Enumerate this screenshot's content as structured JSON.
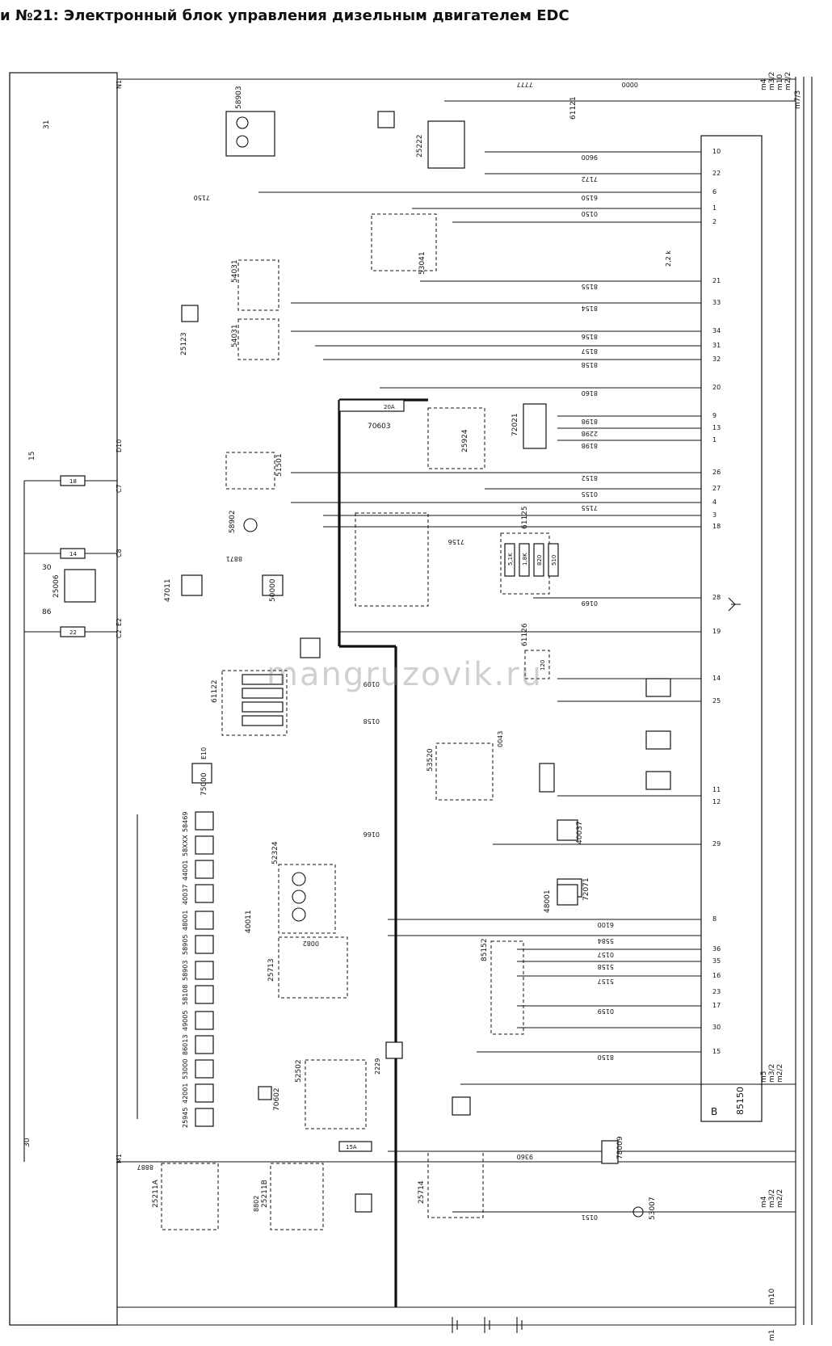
{
  "title": "и №21: Электронный блок управления дизельным двигателем EDC",
  "watermark": "mangruzovik.ru",
  "ecu": {
    "label": "85150",
    "marker": "В"
  },
  "rails": {
    "left": [
      "31",
      "15",
      "30",
      "86",
      "30"
    ],
    "right_top": [
      "m4",
      "m3/2",
      "m10",
      "m2/2",
      "m7/3"
    ],
    "right_mid": [
      "m5",
      "m3/2",
      "m2/2"
    ],
    "right_bottom": [
      "m4",
      "m3/2",
      "m2/2",
      "m10",
      "m1"
    ]
  },
  "connector_pins": [
    "N1",
    "D10",
    "C7",
    "C8",
    "E2",
    "C2",
    "E10",
    "M1"
  ],
  "components": [
    {
      "code": "58903"
    },
    {
      "code": "25222"
    },
    {
      "code": "53041"
    },
    {
      "code": "54031"
    },
    {
      "code": "54031"
    },
    {
      "code": "25123"
    },
    {
      "code": "72021"
    },
    {
      "code": "25924"
    },
    {
      "code": "51501"
    },
    {
      "code": "58902"
    },
    {
      "code": "70603"
    },
    {
      "code": "50000"
    },
    {
      "code": "61125"
    },
    {
      "code": "61122"
    },
    {
      "code": "61126"
    },
    {
      "code": "53520"
    },
    {
      "code": "75000"
    },
    {
      "code": "52324"
    },
    {
      "code": "40011"
    },
    {
      "code": "48001"
    },
    {
      "code": "72071"
    },
    {
      "code": "40037"
    },
    {
      "code": "25713"
    },
    {
      "code": "85152"
    },
    {
      "code": "52502"
    },
    {
      "code": "70602"
    },
    {
      "code": "78009"
    },
    {
      "code": "25714"
    },
    {
      "code": "53007"
    },
    {
      "code": "25211B"
    },
    {
      "code": "25211A"
    },
    {
      "code": "25006"
    },
    {
      "code": "47011"
    },
    {
      "code": "61121"
    }
  ],
  "left_instruments": [
    "58469",
    "58XXX",
    "44001",
    "40037",
    "48001",
    "58905",
    "58903",
    "58108",
    "49005",
    "86013",
    "53000",
    "42001",
    "25945"
  ],
  "wire_numbers": [
    "7777",
    "0000",
    "9600",
    "7172",
    "6150",
    "0150",
    "8155",
    "8154",
    "8156",
    "8157",
    "8158",
    "8160",
    "8198",
    "2298",
    "8198",
    "8152",
    "0155",
    "7155",
    "7156",
    "8871",
    "0169",
    "0109",
    "0158",
    "0166",
    "0082",
    "0043",
    "6100",
    "5584",
    "0157",
    "5158",
    "5157",
    "0159",
    "8150",
    "9360",
    "0151",
    "8887",
    "8802",
    "2229",
    "7150"
  ],
  "ecu_pins": [
    "10",
    "22",
    "6",
    "1",
    "2",
    "21",
    "33",
    "34",
    "31",
    "32",
    "20",
    "9",
    "13",
    "1",
    "26",
    "27",
    "4",
    "3",
    "18",
    "28",
    "19",
    "14",
    "25",
    "11",
    "12",
    "29",
    "8",
    "36",
    "35",
    "16",
    "23",
    "17",
    "30",
    "15"
  ],
  "resistors": [
    "2,2 k",
    "5,1K",
    "1,8K",
    "820",
    "510",
    "120"
  ],
  "fuses": [
    "18",
    "14",
    "22",
    "20A",
    "15A"
  ]
}
